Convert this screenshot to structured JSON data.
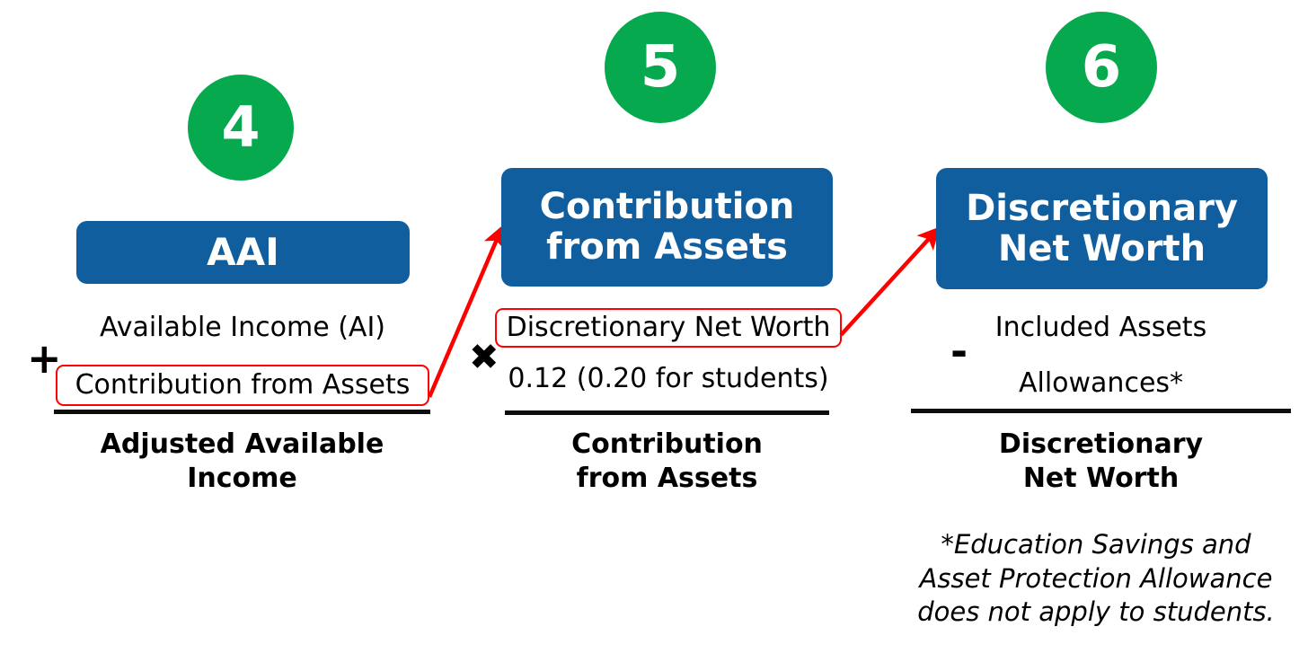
{
  "colors": {
    "green_circle": "#06a94e",
    "blue_box": "#115e9e",
    "highlight_red": "#ff0000",
    "rule_black": "#0d0d0d",
    "background": "#ffffff"
  },
  "steps": [
    {
      "number": "4",
      "box_label": "AAI",
      "operator": "+",
      "numerator_line1": "Available Income (AI)",
      "numerator_line2": "Contribution from Assets",
      "numerator_line2_highlighted": true,
      "result_label": "Adjusted Available\nIncome",
      "result_label_line1": "Adjusted Available",
      "result_label_line2": "Income"
    },
    {
      "number": "5",
      "box_label": "Contribution\nfrom Assets",
      "box_label_line1": "Contribution",
      "box_label_line2": "from Assets",
      "operator": "✖",
      "numerator_line1": "Discretionary Net Worth",
      "numerator_line2": "0.12 (0.20 for students)",
      "numerator_line1_highlighted": true,
      "result_label_line1": "Contribution",
      "result_label_line2": "from Assets"
    },
    {
      "number": "6",
      "box_label_line1": "Discretionary",
      "box_label_line2": "Net Worth",
      "operator": "-",
      "numerator_line1": "Included Assets",
      "numerator_line2": "Allowances*",
      "result_label_line1": "Discretionary",
      "result_label_line2": "Net Worth"
    }
  ],
  "footnote": {
    "line1": "*Education Savings and",
    "line2": "Asset Protection Allowance",
    "line3": "does not apply to students."
  },
  "arrows": [
    {
      "name": "contribution-from-assets-to-step5",
      "from_term": "Contribution from Assets",
      "to_box": "Contribution from Assets"
    },
    {
      "name": "discretionary-net-worth-to-step6",
      "from_term": "Discretionary Net Worth",
      "to_box": "Discretionary Net Worth"
    }
  ]
}
